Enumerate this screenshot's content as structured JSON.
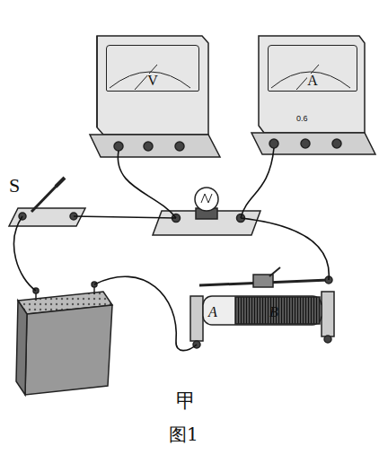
{
  "diagram": {
    "caption": "图1",
    "nodes": [
      {
        "text": [
          "V"
        ]
      },
      {
        "text": [
          "A"
        ]
      }
    ],
    "labels": [
      "S",
      "0.6",
      "A",
      "B",
      "甲"
    ]
  }
}
